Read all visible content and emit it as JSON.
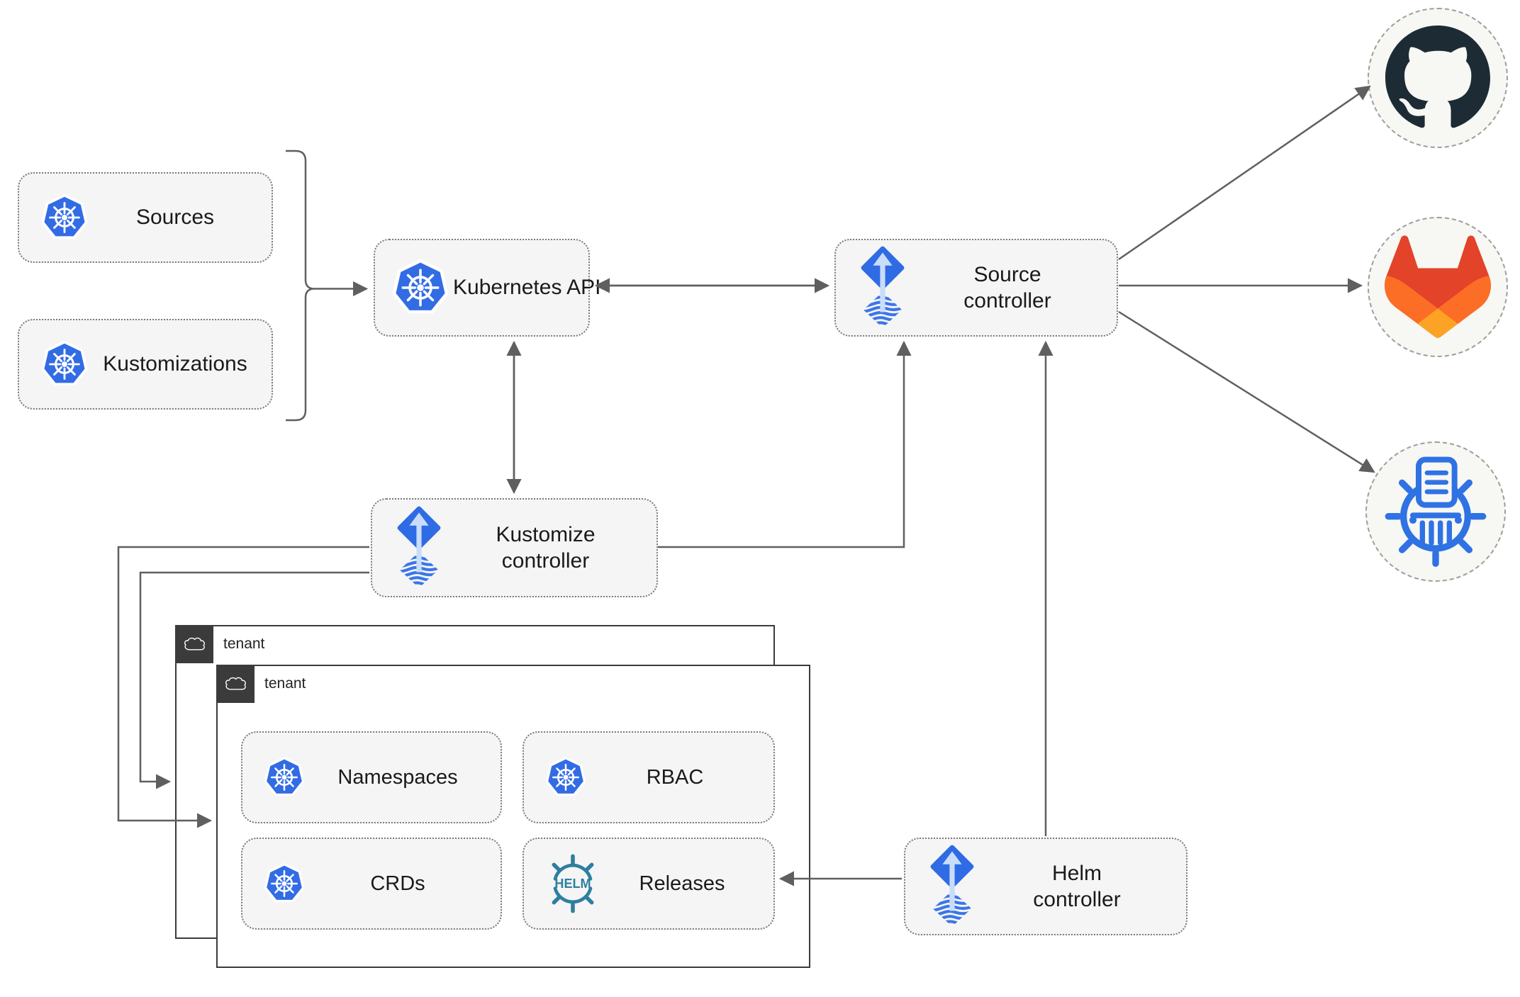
{
  "diagram": {
    "nodes": {
      "sources": "Sources",
      "kustomizations": "Kustomizations",
      "kubernetes_api": "Kubernetes API",
      "source_controller": "Source controller",
      "kustomize_controller": "Kustomize controller",
      "helm_controller": "Helm controller",
      "namespaces": "Namespaces",
      "rbac": "RBAC",
      "crds": "CRDs",
      "releases": "Releases"
    },
    "tenants": {
      "back": "tenant",
      "front": "tenant"
    },
    "icon_text": {
      "helm": "HELM"
    },
    "icons": {
      "kubernetes": "kubernetes-wheel-logo",
      "flux": "flux-arrow-diamond-logo",
      "helm": "helm-wheel-logo",
      "cloud": "cloud-icon",
      "github": "github-octocat-logo",
      "gitlab": "gitlab-tanuki-logo",
      "chartmuseum": "chartmuseum-column-logo"
    },
    "colors": {
      "kubernetes_blue": "#326ce5",
      "flux_blue": "#2f6be4",
      "flux_stripe": "#3b76e9",
      "flux_light_arrow": "#c9dcf9",
      "helm_teal": "#2e7f9f",
      "github_dark": "#1d2b35",
      "gitlab_red": "#e24329",
      "gitlab_orange": "#fc6d26",
      "gitlab_yellow": "#fca326",
      "chartmuseum_blue": "#2f72e4",
      "node_fill": "#f5f5f5",
      "connector_gray": "#5f5f5f",
      "tenant_dark": "#3b3b3b"
    }
  }
}
